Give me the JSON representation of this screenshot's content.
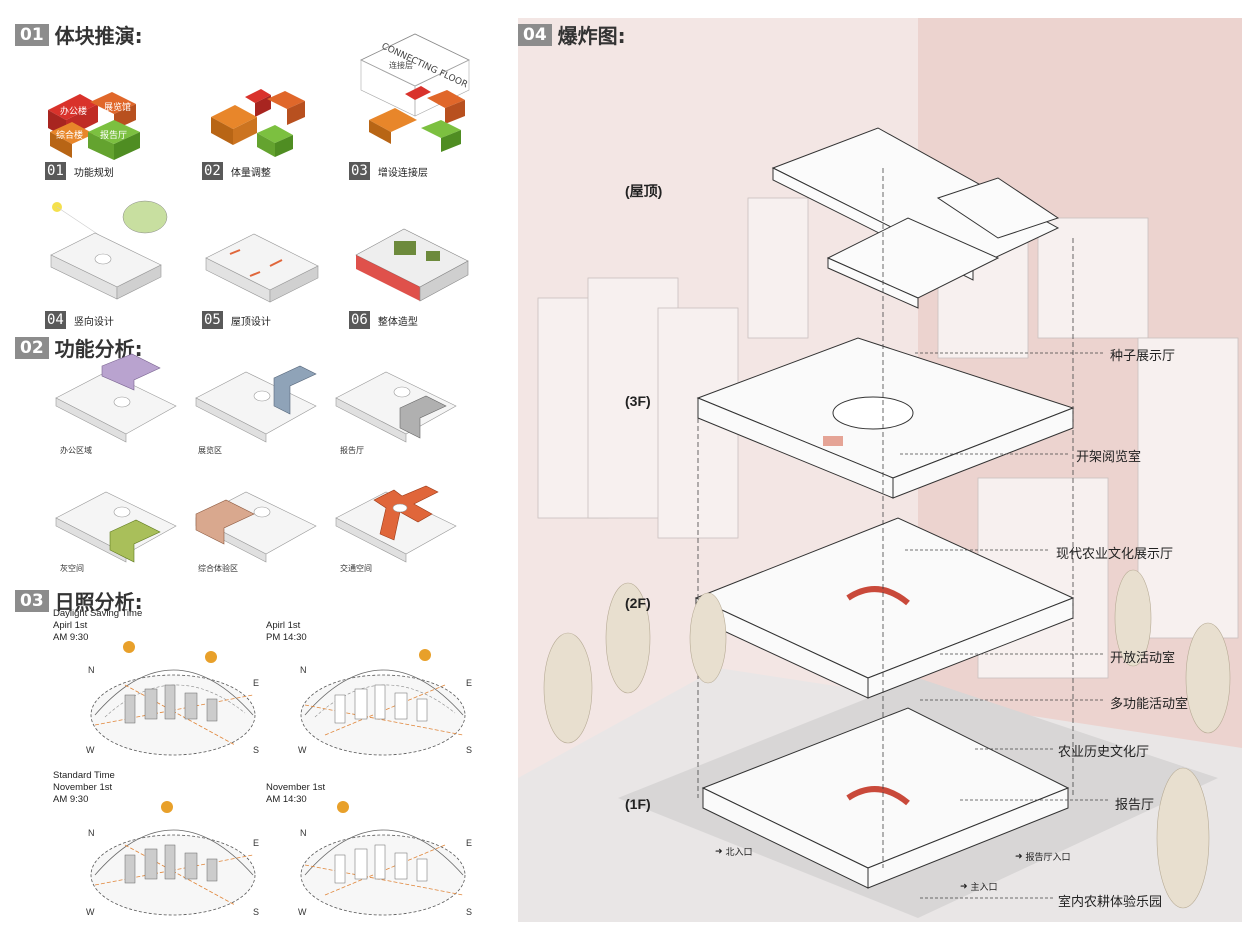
{
  "sections": {
    "s01": {
      "num": "01",
      "title": "体块推演:"
    },
    "s02": {
      "num": "02",
      "title": "功能分析:"
    },
    "s03": {
      "num": "03",
      "title": "日照分析:"
    },
    "s04": {
      "num": "04",
      "title": "爆炸图:"
    }
  },
  "massing_steps": [
    {
      "num": "01",
      "label": "功能规划"
    },
    {
      "num": "02",
      "label": "体量调整"
    },
    {
      "num": "03",
      "label": "增设连接层"
    },
    {
      "num": "04",
      "label": "竖向设计"
    },
    {
      "num": "05",
      "label": "屋顶设计"
    },
    {
      "num": "06",
      "label": "整体造型"
    }
  ],
  "massing_block_labels": {
    "office": "办公楼",
    "exhibit": "展览馆",
    "complex": "综合楼",
    "report": "报告厅",
    "connecting_en": "CONNECTING FLOOR",
    "connecting_cn": "连接层"
  },
  "function_labels": [
    "办公区域",
    "展览区",
    "报告厅",
    "灰空间",
    "综合体验区",
    "交通空间"
  ],
  "function_colors": [
    "#b9a3cf",
    "#8fa3b8",
    "#b0b0b0",
    "#a9bf5a",
    "#d9a88e",
    "#e0663a"
  ],
  "sun_analysis": {
    "dst_heading": "Daylight Saving Time",
    "std_heading": "Standard Time",
    "panels": [
      {
        "date": "Apirl 1st",
        "time": "AM 9:30"
      },
      {
        "date": "Apirl 1st",
        "time": "PM 14:30"
      },
      {
        "date": "November 1st",
        "time": "AM 9:30"
      },
      {
        "date": "November 1st",
        "time": "AM 14:30"
      }
    ],
    "compass": {
      "n": "N",
      "e": "E",
      "s": "S",
      "w": "W"
    }
  },
  "explosion": {
    "floors": [
      "(屋顶)",
      "(3F)",
      "(2F)",
      "(1F)"
    ],
    "rooms": [
      "种子展示厅",
      "开架阅览室",
      "现代农业文化展示厅",
      "开放活动室",
      "多功能活动室",
      "农业历史文化厅",
      "报告厅",
      "室内农耕体验乐园"
    ],
    "entrances": [
      "北入口",
      "报告厅入口",
      "主入口"
    ]
  },
  "colors": {
    "orange": "#e8862a",
    "red": "#d9322b",
    "green": "#7cc040",
    "bg_pink": "#f3e3e0",
    "accent_red": "#c9776e"
  }
}
